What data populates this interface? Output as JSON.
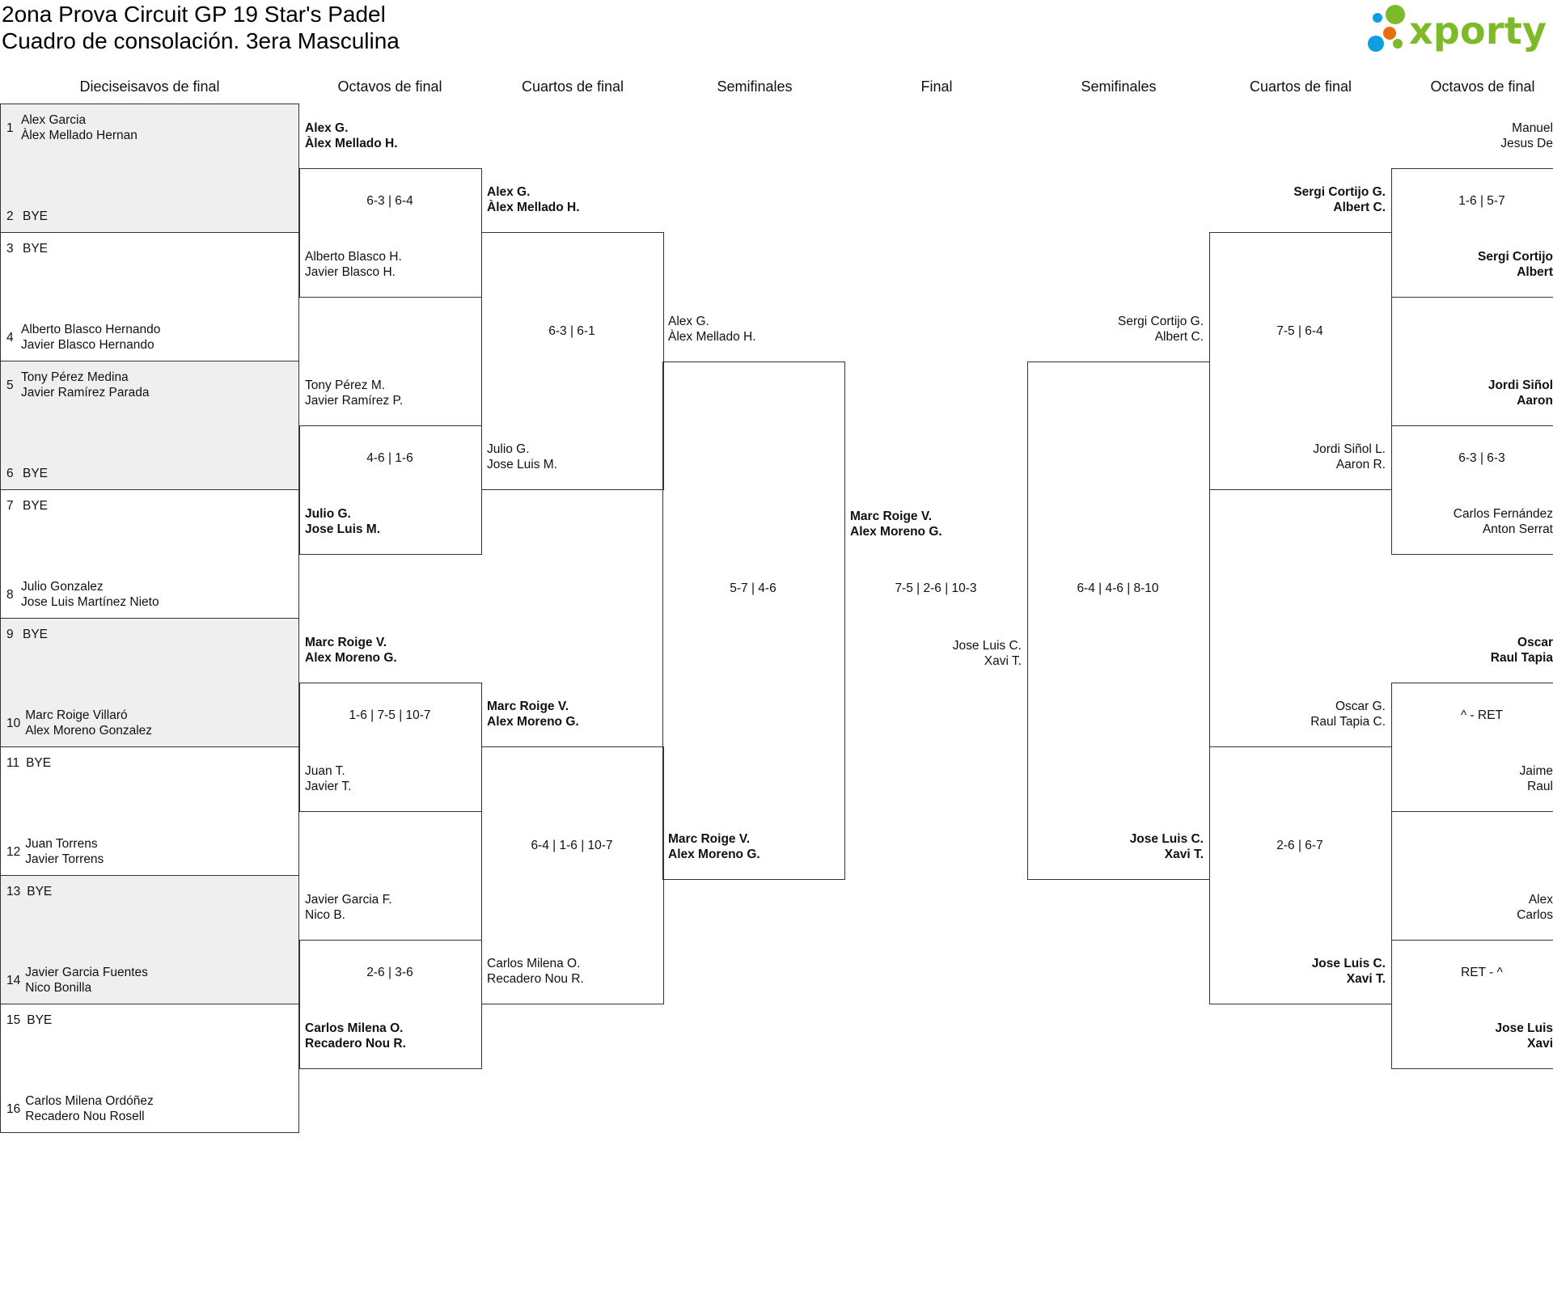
{
  "title": {
    "line1": "2ona Prova Circuit GP 19 Star's Padel",
    "line2": "Cuadro de consolación. 3era Masculina"
  },
  "logo": {
    "text": "xporty",
    "colors": {
      "green": "#7dba2a",
      "blue": "#0f9fe0",
      "orange": "#e86d0f"
    }
  },
  "headers": [
    "Dieciseisavos de final",
    "Octavos de final",
    "Cuartos de final",
    "Semifinales",
    "Final",
    "Semifinales",
    "Cuartos de final",
    "Octavos de final"
  ],
  "left": {
    "r1": [
      {
        "seed": "1",
        "lines": [
          "Alex Garcia",
          "Àlex Mellado Hernan"
        ]
      },
      {
        "seed": "2",
        "lines": [
          "BYE"
        ]
      },
      {
        "seed": "3",
        "lines": [
          "BYE"
        ]
      },
      {
        "seed": "4",
        "lines": [
          "Alberto Blasco Hernando",
          "Javier Blasco Hernando"
        ]
      },
      {
        "seed": "5",
        "lines": [
          "Tony Pérez Medina",
          "Javier Ramírez Parada"
        ]
      },
      {
        "seed": "6",
        "lines": [
          "BYE"
        ]
      },
      {
        "seed": "7",
        "lines": [
          "BYE"
        ]
      },
      {
        "seed": "8",
        "lines": [
          "Julio Gonzalez",
          "Jose Luis Martínez Nieto"
        ]
      },
      {
        "seed": "9",
        "lines": [
          "BYE"
        ]
      },
      {
        "seed": "10",
        "lines": [
          "Marc Roige Villaró",
          "Alex Moreno Gonzalez"
        ]
      },
      {
        "seed": "11",
        "lines": [
          "BYE"
        ]
      },
      {
        "seed": "12",
        "lines": [
          "Juan Torrens",
          "Javier Torrens"
        ]
      },
      {
        "seed": "13",
        "lines": [
          "BYE"
        ]
      },
      {
        "seed": "14",
        "lines": [
          "Javier Garcia Fuentes",
          "Nico Bonilla"
        ]
      },
      {
        "seed": "15",
        "lines": [
          "BYE"
        ]
      },
      {
        "seed": "16",
        "lines": [
          "Carlos Milena Ordóñez",
          "Recadero Nou Rosell"
        ]
      }
    ],
    "r2": {
      "entries": [
        {
          "lines": [
            "Alex G.",
            "Àlex Mellado H."
          ],
          "winner": true
        },
        {
          "lines": [
            "Alberto Blasco H.",
            "Javier Blasco H."
          ],
          "winner": false
        },
        {
          "lines": [
            "Tony Pérez M.",
            "Javier Ramírez P."
          ],
          "winner": false
        },
        {
          "lines": [
            "Julio G.",
            "Jose Luis M."
          ],
          "winner": true
        },
        {
          "lines": [
            "Marc Roige V.",
            "Alex Moreno G."
          ],
          "winner": true
        },
        {
          "lines": [
            "Juan T.",
            "Javier T."
          ],
          "winner": false
        },
        {
          "lines": [
            "Javier Garcia F.",
            "Nico B."
          ],
          "winner": false
        },
        {
          "lines": [
            "Carlos Milena O.",
            "Recadero Nou R."
          ],
          "winner": true
        }
      ],
      "scores": [
        "6-3 | 6-4",
        "4-6 | 1-6",
        "1-6 | 7-5 | 10-7",
        "2-6 | 3-6"
      ]
    },
    "r3": {
      "entries": [
        {
          "lines": [
            "Alex G.",
            "Àlex Mellado H."
          ],
          "winner": true
        },
        {
          "lines": [
            "Julio G.",
            "Jose Luis M."
          ],
          "winner": false
        },
        {
          "lines": [
            "Marc Roige V.",
            "Alex Moreno G."
          ],
          "winner": true
        },
        {
          "lines": [
            "Carlos Milena O.",
            "Recadero Nou R."
          ],
          "winner": false
        }
      ],
      "scores": [
        "6-3 | 6-1",
        "6-4 | 1-6 | 10-7"
      ]
    },
    "r4": {
      "entries": [
        {
          "lines": [
            "Alex G.",
            "Àlex Mellado H."
          ],
          "winner": false
        },
        {
          "lines": [
            "Marc Roige V.",
            "Alex Moreno G."
          ],
          "winner": true
        }
      ],
      "scores": [
        "5-7 | 4-6"
      ]
    }
  },
  "final": {
    "entries": [
      {
        "lines": [
          "Marc Roige V.",
          "Alex Moreno G."
        ],
        "winner": true
      },
      {
        "lines": [
          "Jose Luis C.",
          "Xavi T."
        ],
        "winner": false
      }
    ],
    "score": "7-5 | 2-6 | 10-3"
  },
  "right": {
    "r4": {
      "entries": [
        {
          "lines": [
            "Sergi Cortijo G.",
            "Albert C."
          ],
          "winner": false
        },
        {
          "lines": [
            "Jose Luis C.",
            "Xavi T."
          ],
          "winner": true
        }
      ],
      "scores": [
        "6-4 | 4-6 | 8-10"
      ]
    },
    "r3": {
      "entries": [
        {
          "lines": [
            "Sergi Cortijo G.",
            "Albert C."
          ],
          "winner": true
        },
        {
          "lines": [
            "Jordi Siñol L.",
            "Aaron R."
          ],
          "winner": false
        },
        {
          "lines": [
            "Oscar G.",
            "Raul Tapia C."
          ],
          "winner": false
        },
        {
          "lines": [
            "Jose Luis C.",
            "Xavi T."
          ],
          "winner": true
        }
      ],
      "scores": [
        "7-5 | 6-4",
        "2-6 | 6-7"
      ]
    },
    "r2": {
      "entries": [
        {
          "lines": [
            "Manuel",
            "Jesus De"
          ],
          "winner": false
        },
        {
          "lines": [
            "Sergi Cortijo",
            "Albert"
          ],
          "winner": true
        },
        {
          "lines": [
            "Jordi Siñol",
            "Aaron"
          ],
          "winner": true
        },
        {
          "lines": [
            "Carlos Fernández",
            "Anton Serrat"
          ],
          "winner": false
        },
        {
          "lines": [
            "Oscar",
            "Raul Tapia"
          ],
          "winner": true
        },
        {
          "lines": [
            "Jaime",
            "Raul"
          ],
          "winner": false
        },
        {
          "lines": [
            "Alex",
            "Carlos"
          ],
          "winner": false
        },
        {
          "lines": [
            "Jose Luis",
            "Xavi"
          ],
          "winner": true
        }
      ],
      "scores": [
        "1-6 | 5-7",
        "6-3 | 6-3",
        "^ - RET",
        "RET - ^"
      ]
    }
  }
}
